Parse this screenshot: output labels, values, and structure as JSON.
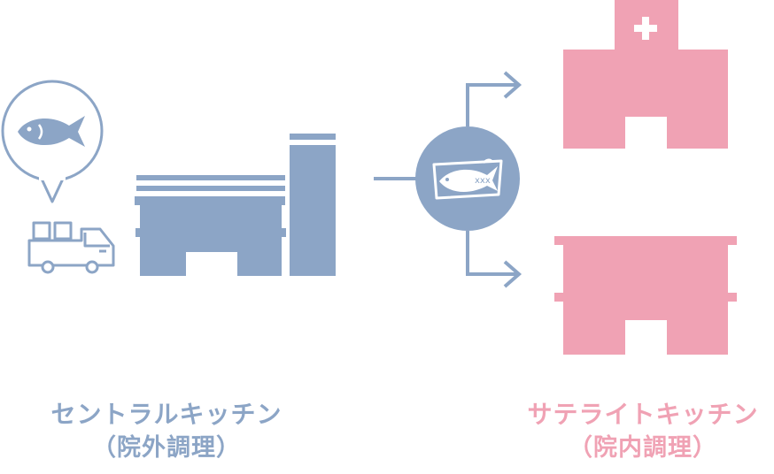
{
  "colors": {
    "central": "#8ca5c6",
    "satellite": "#f0a2b4",
    "background": "#ffffff"
  },
  "icons": {
    "fish": "fish-icon",
    "speech_bubble": "speech-bubble-icon",
    "truck": "delivery-truck-icon",
    "factory": "central-kitchen-building-icon",
    "packaged_fish": "packaged-fish-icon",
    "hospital": "hospital-icon",
    "facility": "facility-building-icon"
  },
  "central": {
    "name": "セントラルキッチン",
    "sub": "（院外調理）"
  },
  "satellite": {
    "name": "サテライトキッチン",
    "sub": "（院内調理）"
  }
}
